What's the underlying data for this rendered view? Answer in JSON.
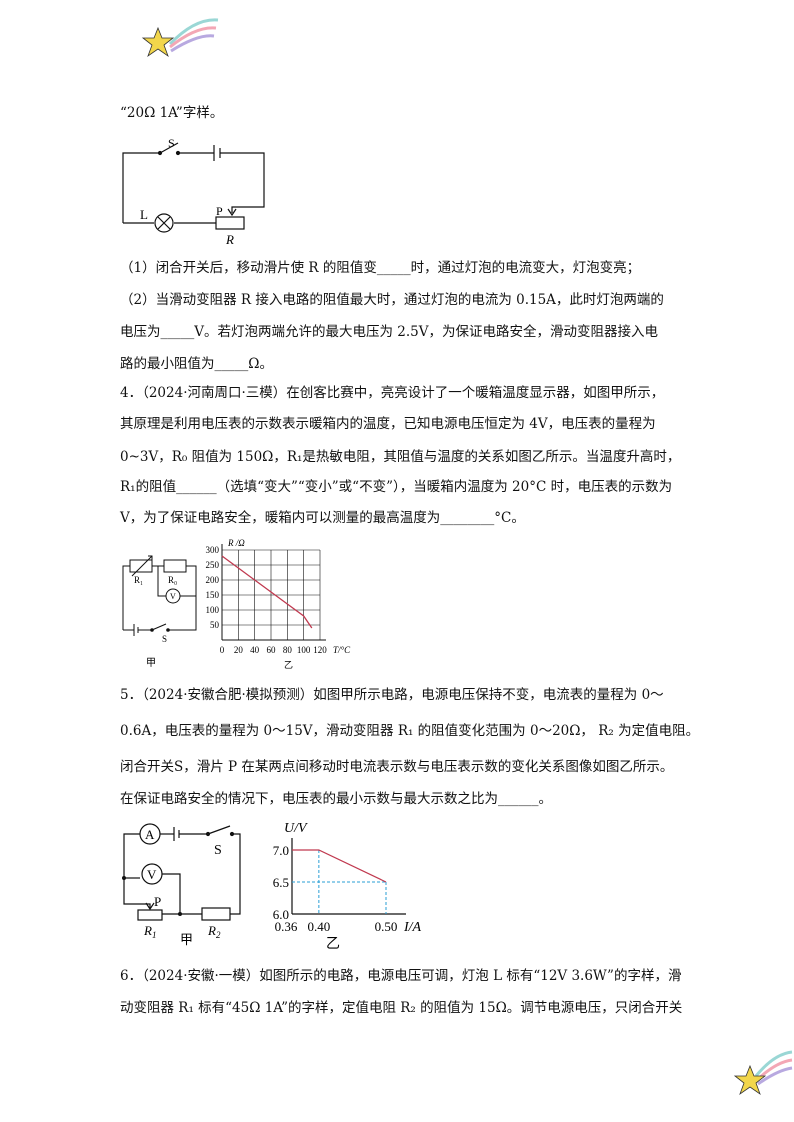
{
  "page": {
    "lines": [
      "“20Ω  1A”字样。",
      "（1）闭合开关后，移动滑片使 R 的阻值变_____时，通过灯泡的电流变大，灯泡变亮；",
      "（2）当滑动变阻器 R 接入电路的阻值最大时，通过灯泡的电流为 0.15A，此时灯泡两端的",
      "电压为_____V。若灯泡两端允许的最大电压为 2.5V，为保证电路安全，滑动变阻器接入电",
      "路的最小阻值为_____Ω。",
      "4．（2024·河南周口·三模）在创客比赛中，亮亮设计了一个暖箱温度显示器，如图甲所示，",
      "其原理是利用电压表的示数表示暖箱内的温度，已知电源电压恒定为 4V，电压表的量程为",
      "0~3V，R₀ 阻值为 150Ω，R₁是热敏电阻，其阻值与温度的关系如图乙所示。当温度升高时，",
      "R₁的阻值______（选填“变大”“变小”或“不变”），当暖箱内温度为 20°C 时，电压表的示数为",
      "V，为了保证电路安全，暖箱内可以测量的最高温度为________°C。",
      "5．（2024·安徽合肥·模拟预测）如图甲所示电路，电源电压保持不变，电流表的量程为 0～",
      "0.6A，电压表的量程为 0～15V，滑动变阻器 R₁ 的阻值变化范围为 0～20Ω， R₂ 为定值电阻。",
      "闭合开关S，滑片 P 在某两点间移动时电流表示数与电压表示数的变化关系图像如图乙所示。",
      "在保证电路安全的情况下，电压表的最小示数与最大示数之比为______。",
      "6．（2024·安徽·一模）如图所示的电路，电源电压可调，灯泡 L 标有“12V 3.6W”的字样，滑",
      "动变阻器 R₁ 标有“45Ω 1A”的字样，定值电阻 R₂ 的阻值为 15Ω。调节电源电压，只闭合开关"
    ]
  },
  "fig1": {
    "s": "S",
    "l": "L",
    "p": "P",
    "r": "R"
  },
  "fig2": {
    "r1": "R₁",
    "r0": "R₀",
    "v": "V",
    "s": "S",
    "jia": "甲",
    "yi": "乙",
    "ylabel": "R /Ω",
    "xlabel": "T/°C"
  },
  "fig3": {
    "a": "A",
    "v": "V",
    "s": "S",
    "p": "P",
    "r1": "R",
    "r1sub": "1",
    "r2": "R",
    "r2sub": "2",
    "jia": "甲",
    "yi": "乙",
    "ylabel": "U/V",
    "xlabel": "I/A"
  },
  "chart_data": [
    {
      "type": "line",
      "xlabel": "T/°C",
      "ylabel": "R /Ω",
      "xticks": [
        0,
        20,
        40,
        60,
        80,
        100,
        120
      ],
      "yticks": [
        50,
        100,
        150,
        200,
        250,
        300
      ],
      "xlim": [
        0,
        120
      ],
      "ylim": [
        0,
        300
      ],
      "grid": true,
      "series": [
        {
          "x": [
            0,
            20,
            40,
            60,
            80,
            100,
            110
          ],
          "y": [
            280,
            240,
            200,
            160,
            120,
            80,
            40
          ]
        }
      ]
    },
    {
      "type": "line",
      "xlabel": "I/A",
      "ylabel": "U/V",
      "xticks": [
        0.36,
        0.4,
        0.5
      ],
      "yticks": [
        6.0,
        6.5,
        7.0
      ],
      "xlim": [
        0.36,
        0.5
      ],
      "ylim": [
        6.0,
        7.0
      ],
      "grid": false,
      "series": [
        {
          "x": [
            0.36,
            0.4,
            0.5
          ],
          "y": [
            7.0,
            7.0,
            6.5
          ]
        }
      ]
    }
  ],
  "colors": {
    "series": "#c0394f",
    "guide": "#2a9fd6",
    "star": "#f2d64b"
  }
}
